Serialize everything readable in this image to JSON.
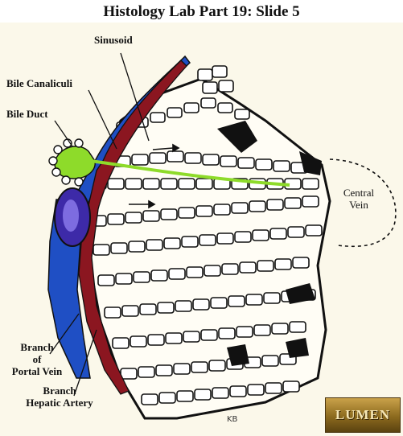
{
  "title": "Histology Lab Part 19: Slide 5",
  "labels": {
    "sinusoid": "Sinusoid",
    "bile_canaliculi": "Bile Canaliculi",
    "bile_duct": "Bile Duct",
    "central_vein_line1": "Central",
    "central_vein_line2": "Vein",
    "branch_portal_line1": "Branch",
    "branch_portal_line2": "of",
    "branch_portal_line3": "Portal Vein",
    "branch_hepatic_line1": "Branch",
    "branch_hepatic_line2": "Hepatic Artery"
  },
  "logo_text": "LUMEN",
  "signature": "KB",
  "colors": {
    "portal_vein": "#1f4fc4",
    "hepatic_artery": "#8b1620",
    "bile": "#8edb2a",
    "background": "#fbf8ea",
    "ink": "#111111"
  }
}
